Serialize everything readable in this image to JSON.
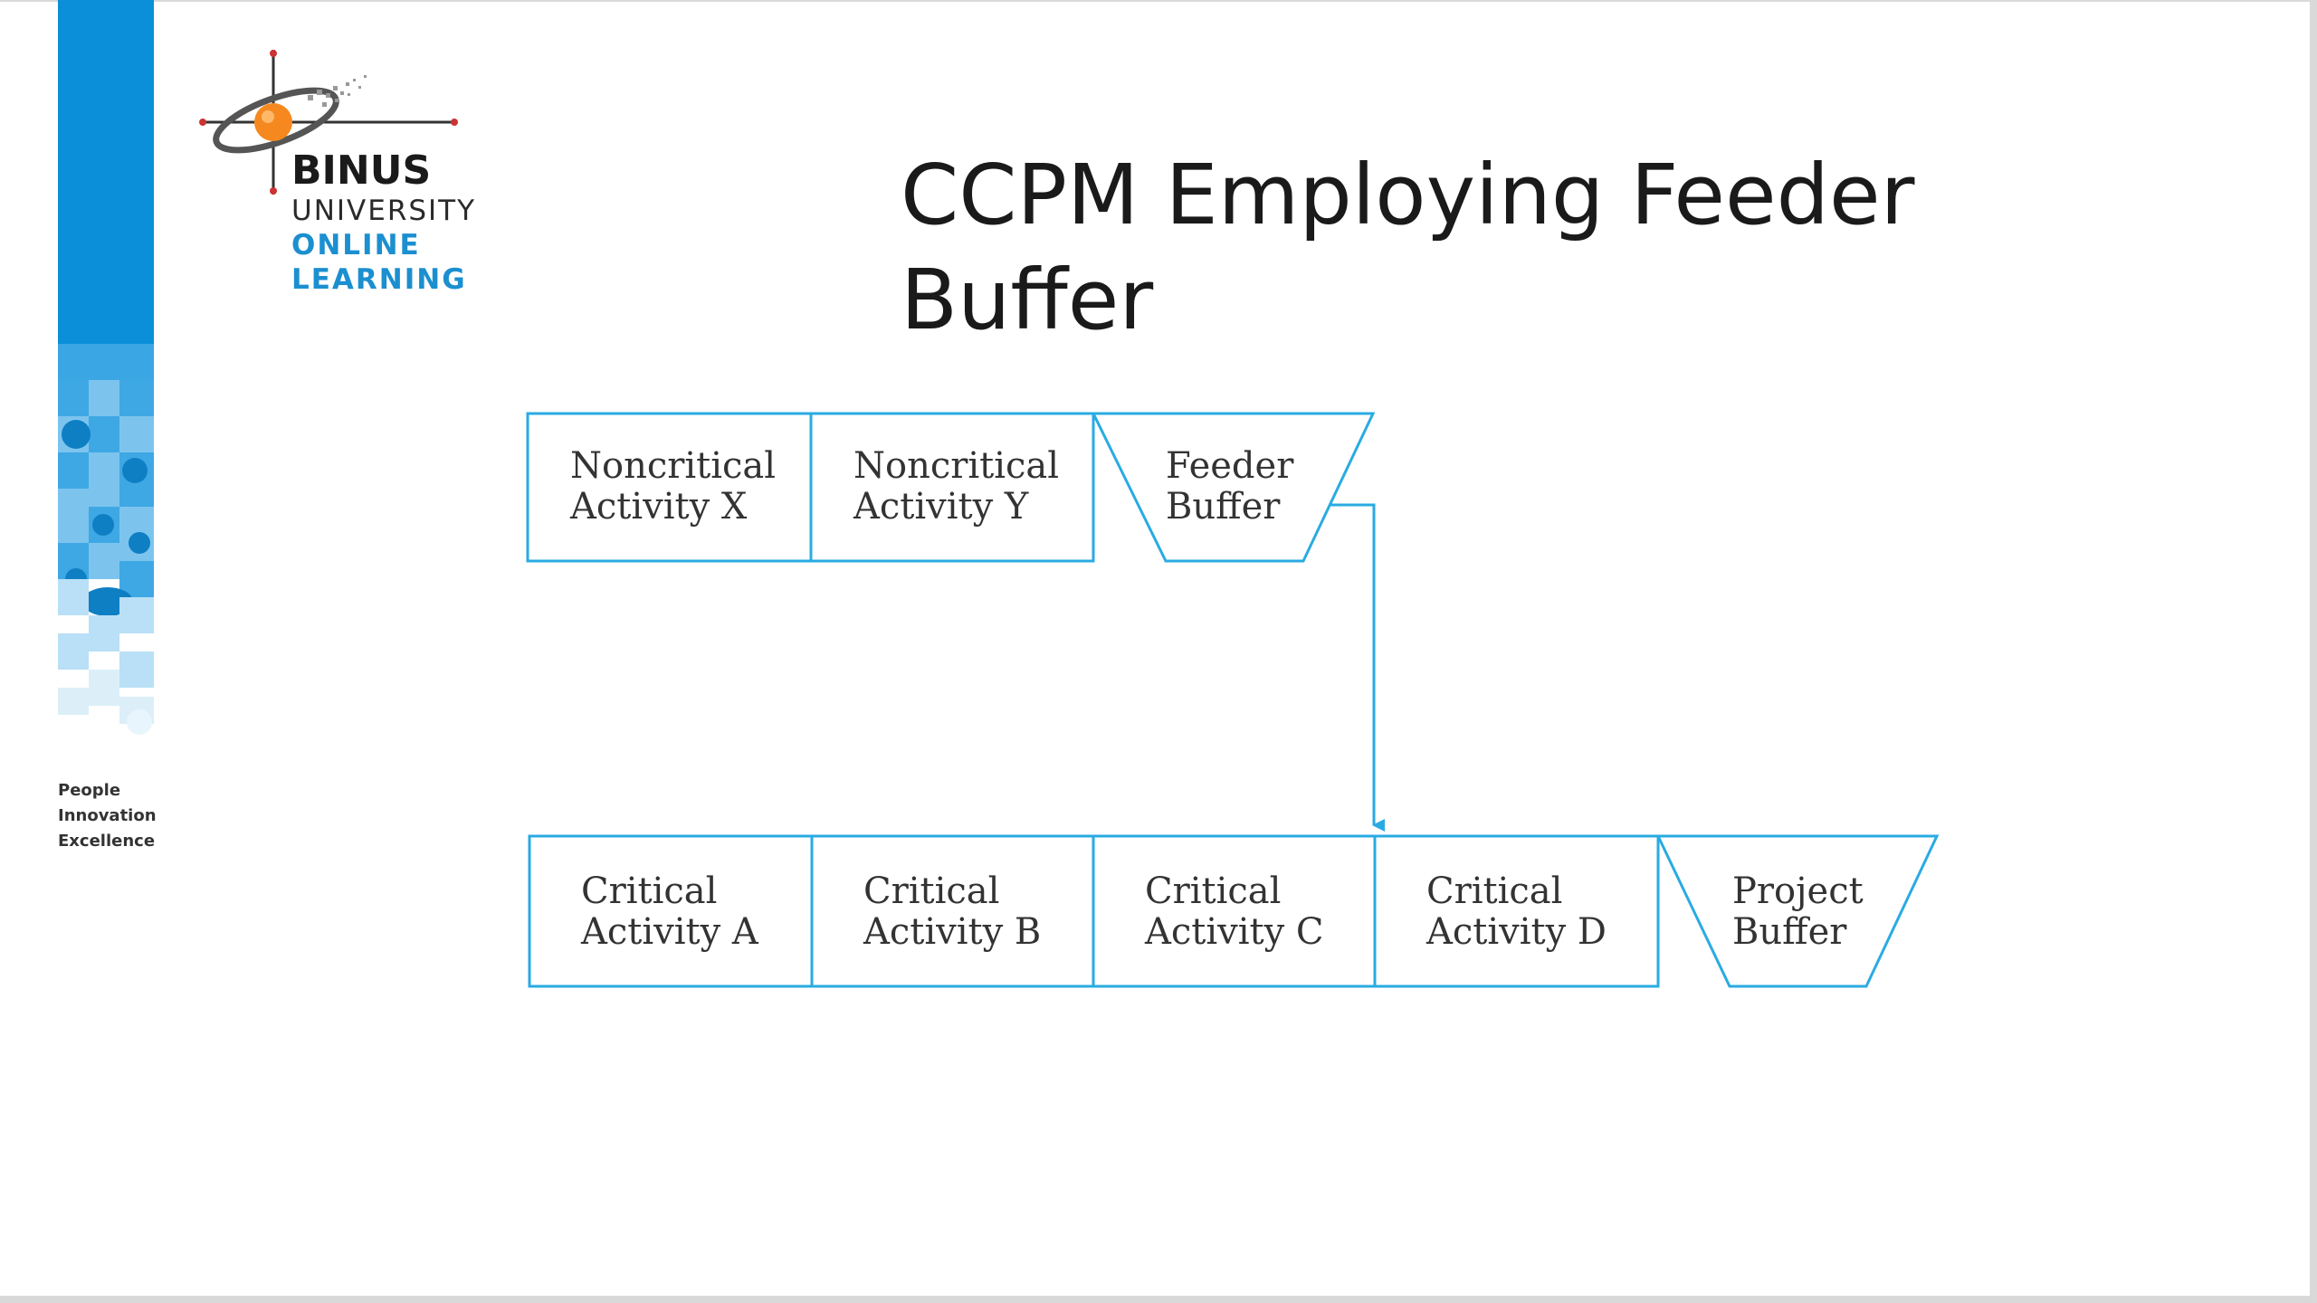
{
  "slide": {
    "title": "CCPM Employing Feeder Buffer",
    "brand_color": "#1b8fd0",
    "line_color": "#29abe2"
  },
  "logo": {
    "line1": "BINUS",
    "line2": "UNIVERSITY",
    "line3": "ONLINE",
    "line4": "LEARNING"
  },
  "tagline": {
    "line1": "People",
    "line2": "Innovation",
    "line3": "Excellence"
  },
  "diagram": {
    "noncritical_chain": [
      {
        "line1": "Noncritical",
        "line2": "Activity X"
      },
      {
        "line1": "Noncritical",
        "line2": "Activity Y"
      }
    ],
    "feeder_buffer": {
      "line1": "Feeder",
      "line2": "Buffer"
    },
    "critical_chain": [
      {
        "line1": "Critical",
        "line2": "Activity A"
      },
      {
        "line1": "Critical",
        "line2": "Activity B"
      },
      {
        "line1": "Critical",
        "line2": "Activity C"
      },
      {
        "line1": "Critical",
        "line2": "Activity D"
      }
    ],
    "project_buffer": {
      "line1": "Project",
      "line2": "Buffer"
    }
  }
}
